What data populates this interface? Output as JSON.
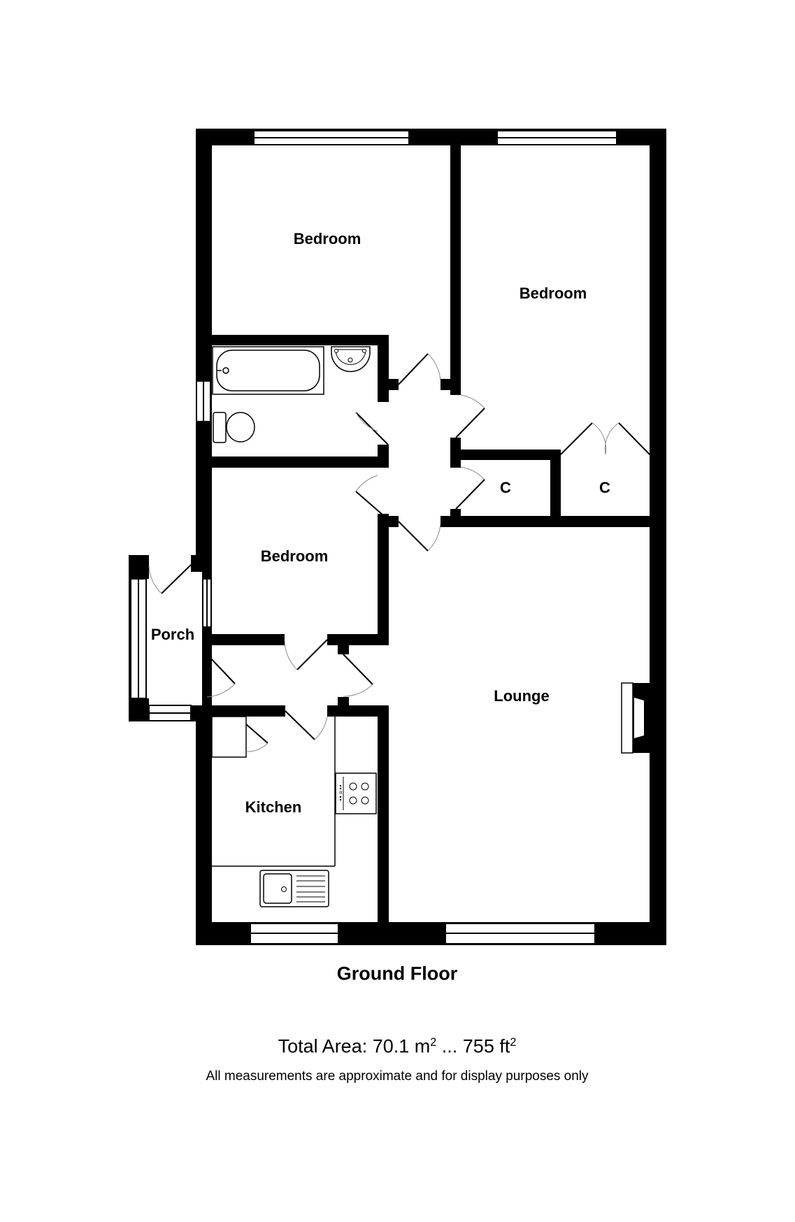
{
  "floor": {
    "title": "Ground Floor"
  },
  "rooms": [
    {
      "id": "bedroom-1",
      "label": "Bedroom"
    },
    {
      "id": "bedroom-2",
      "label": "Bedroom"
    },
    {
      "id": "bedroom-3",
      "label": "Bedroom"
    },
    {
      "id": "porch",
      "label": "Porch"
    },
    {
      "id": "kitchen",
      "label": "Kitchen"
    },
    {
      "id": "lounge",
      "label": "Lounge"
    },
    {
      "id": "closet-1",
      "label": "C"
    },
    {
      "id": "closet-2",
      "label": "C"
    }
  ],
  "footer": {
    "total_area_prefix": "Total Area: 70.1 m",
    "total_area_sup1": "2",
    "total_area_mid": " ... 755 ft",
    "total_area_sup2": "2",
    "disclaimer": "All measurements are approximate and for display purposes only"
  },
  "colors": {
    "wall": "#000000",
    "background": "#ffffff",
    "door_arc": "#8a8a8a"
  }
}
